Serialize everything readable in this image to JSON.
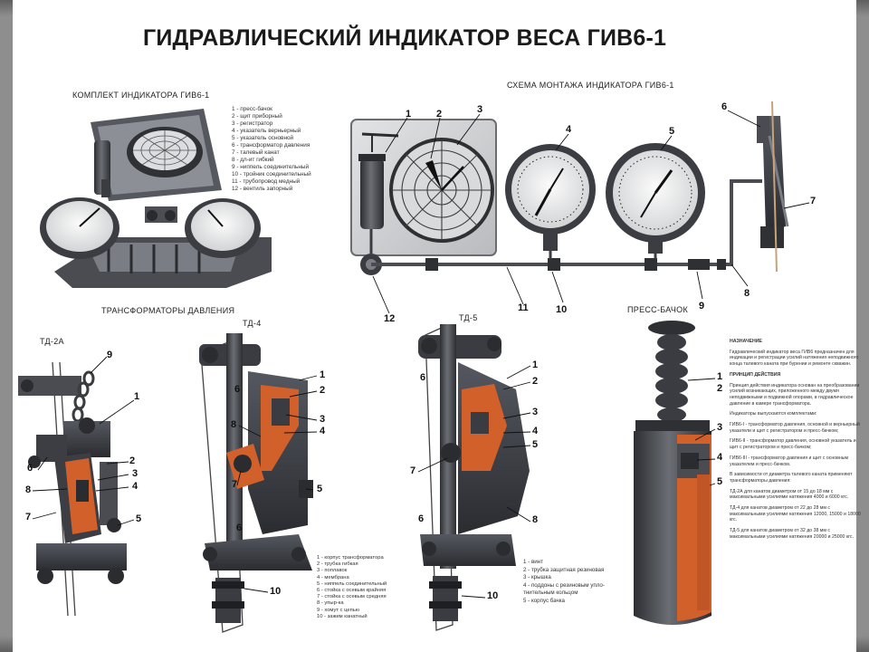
{
  "title": "ГИДРАВЛИЧЕСКИЙ ИНДИКАТОР ВЕСА ГИВ6-1",
  "sections": {
    "kit": "КОМПЛЕКТ ИНДИКАТОРА ГИВ6-1",
    "installation": "СХЕМА МОНТАЖА ИНДИКАТОРА ГИВ6-1",
    "transformers": "ТРАНСФОРМАТОРЫ ДАВЛЕНИЯ",
    "press_tank": "ПРЕСС-БАЧОК",
    "td2a": "ТД-2А",
    "td4": "ТД-4",
    "td5": "ТД-5"
  },
  "kit_legend": [
    "1 - пресс-бачок",
    "2 - щит приборный",
    "3 - регистратор",
    "4 - указатель верньерный",
    "5 - указатель основной",
    "6 - трансформатор давления",
    "7 - талевый канат",
    "8 - дл-ит гибкий",
    "9 - ниппель соединительный",
    "10 - тройник соединительный",
    "11 - трубопровод медный",
    "12 - вентиль запорный"
  ],
  "td4_legend": [
    "1 - корпус трансформатора",
    "2 - трубка гибкая",
    "3 - поплавок",
    "4 - мембрана",
    "5 - ниппель соединительный",
    "6 - стойка с осевым крайняя",
    "7 - стойка с осевым средняя",
    "8 - упыр-ка",
    "9 - хомут с цепью",
    "10 - зажим канатный"
  ],
  "td5_legend": [
    "1 - винт",
    "2 - трубка защитная резиновая",
    "3 - крышка",
    "4 - поддоны с резиновым упло-",
    "тнительным кольцом",
    "5 - корпус бачка"
  ],
  "notes": [
    "НАЗНАЧЕНИЕ",
    "Гидравлический индикатор веса ГИВ6 предназначен для индикации и регистрации усилий натяжения неподвижного конца талевого каната при бурении и ремонте скважин.",
    "ПРИНЦИП ДЕЙСТВИЯ",
    "Принцип действия индикатора основан на преобразовании усилий возникающих, приложенного между двумя неподвижными и подвижной опорами, в гидравлическое давление в камере трансформатора.",
    "Индикаторы выпускаются комплектами:",
    "ГИВ6-I - трансформатор давления, основной и верньерный указатели и щит с регистратором и пресс-бачком;",
    "ГИВ6-II - трансформатор давления, основной указатель и щит с регистратором и пресс-бачком;",
    "ГИВ6-III - трансформатор давления и щит с основным указателем и пресс-бачком.",
    "В зависимости от диаметра талевого каната применяют трансформаторы давления:",
    "ТД-2А для канатов диаметром от 15 до 18 мм с максимальными усилиями натяжения 4000 и 6000 кгс.",
    "ТД-4 для канатов диаметром от 22 до 28 мм с максимальными усилиями натяжения 12000, 15000 и 18000 кгс.",
    "ТД-5 для канатов диаметром от 32 до 38 мм с максимальными усилиями натяжения 20000 и 25000 кгс."
  ],
  "installation_callouts": [
    "1",
    "2",
    "3",
    "4",
    "5",
    "6",
    "7",
    "8",
    "9",
    "10",
    "11",
    "12"
  ],
  "td2a_callouts": [
    "9",
    "1",
    "2",
    "3",
    "4",
    "5",
    "6",
    "7",
    "8"
  ],
  "td4_callouts": [
    "1",
    "2",
    "3",
    "4",
    "5",
    "6",
    "6",
    "7",
    "8",
    "10"
  ],
  "td5_callouts": [
    "1",
    "2",
    "3",
    "4",
    "5",
    "6",
    "6",
    "7",
    "8",
    "10"
  ],
  "press_tank_callouts": [
    "1",
    "2",
    "3",
    "4",
    "5"
  ],
  "colors": {
    "steel": "#3d3f44",
    "steel_light": "#6b6e74",
    "highlight": "#d2602a",
    "background": "#ffffff",
    "frame": "#8e8e8e"
  }
}
